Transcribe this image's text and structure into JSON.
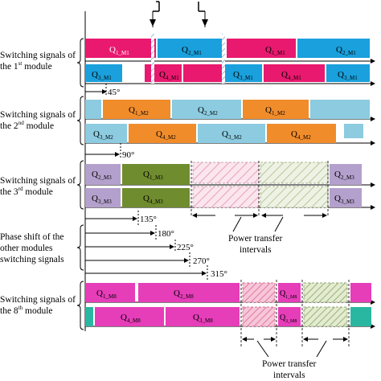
{
  "colors": {
    "m1_a": "#e8196e",
    "m1_b": "#1aa0dc",
    "m2_a": "#f18c2b",
    "m2_b": "#8ccbe0",
    "m3_a": "#b4a0cc",
    "m3_b": "#6f8c2e",
    "m8_a": "#e63db9",
    "m8_b": "#2ab7a2",
    "hatch_pink": "#e8a0b8",
    "hatch_green": "#b7c79a"
  },
  "groups": [
    {
      "id": "m1",
      "label_pre": "Switching signals of the 1",
      "label_sup": "st",
      "label_post": " module"
    },
    {
      "id": "m2",
      "label_pre": "Switching signals of the 2",
      "label_sup": "nd",
      "label_post": " module"
    },
    {
      "id": "m3",
      "label_pre": "Switching signals of the 3",
      "label_sup": "rd",
      "label_post": " module"
    },
    {
      "id": "m8",
      "label_pre": "Switching signals of the 8",
      "label_sup": "th",
      "label_post": " module"
    }
  ],
  "phase_label": "Phase shift of the other modules switching signals",
  "phase_angles": [
    "45°",
    "90°",
    "135°",
    "180°",
    "225°",
    "270°",
    "315°"
  ],
  "power_transfer_label_1": "Power transfer intervals",
  "power_transfer_label_2": "Power transfer intervals",
  "pulses": {
    "m1_top": [
      {
        "q": "Q",
        "sub": "1_M1",
        "c": "m1_a"
      },
      {
        "q": "Q",
        "sub": "2_M1",
        "c": "m1_b"
      },
      {
        "q": "Q",
        "sub": "1_M1",
        "c": "m1_a"
      },
      {
        "q": "Q",
        "sub": "2_M1",
        "c": "m1_b"
      }
    ],
    "m1_bot": [
      {
        "q": "Q",
        "sub": "3_M1",
        "c": "m1_b"
      },
      {
        "q": "Q",
        "sub": "4_M1",
        "c": "m1_a"
      },
      {
        "q": "Q",
        "sub": "3_M1",
        "c": "m1_b"
      },
      {
        "q": "Q",
        "sub": "4_M1",
        "c": "m1_a"
      },
      {
        "q": "Q",
        "sub": "3_M1",
        "c": "m1_b"
      }
    ],
    "m2_top": [
      {
        "q": "Q",
        "sub": "1_M2",
        "c": "m2_a"
      },
      {
        "q": "Q",
        "sub": "2_M2",
        "c": "m2_b"
      },
      {
        "q": "Q",
        "sub": "1_M2",
        "c": "m2_a"
      }
    ],
    "m2_bot": [
      {
        "q": "Q",
        "sub": "3_M2",
        "c": "m2_b"
      },
      {
        "q": "Q",
        "sub": "4_M2",
        "c": "m2_a"
      },
      {
        "q": "Q",
        "sub": "3_M2",
        "c": "m2_b"
      },
      {
        "q": "Q",
        "sub": "4_M2",
        "c": "m2_a"
      }
    ],
    "m3_top": [
      {
        "q": "Q",
        "sub": "2_M3",
        "c": "m3_a"
      },
      {
        "q": "Q",
        "sub": "1_M3",
        "c": "m3_b"
      },
      {
        "q": "Q",
        "sub": "2_M3",
        "c": "m3_a"
      }
    ],
    "m3_bot": [
      {
        "q": "Q",
        "sub": "3_M3",
        "c": "m3_a"
      },
      {
        "q": "Q",
        "sub": "4_M3",
        "c": "m3_b"
      },
      {
        "q": "Q",
        "sub": "3_M3",
        "c": "m3_a"
      }
    ],
    "m8_top": [
      {
        "q": "Q",
        "sub": "1_M8",
        "c": "m8_a"
      },
      {
        "q": "Q",
        "sub": "2_M8",
        "c": "m8_a"
      },
      {
        "q": "Q",
        "sub": "1_M8",
        "c": "m8_a"
      }
    ],
    "m8_bot": [
      {
        "q": "Q",
        "sub": "4_M8",
        "c": "m8_a"
      },
      {
        "q": "Q",
        "sub": "3_M8",
        "c": "m8_a"
      },
      {
        "q": "Q",
        "sub": "3_M8",
        "c": "m8_a"
      }
    ]
  }
}
